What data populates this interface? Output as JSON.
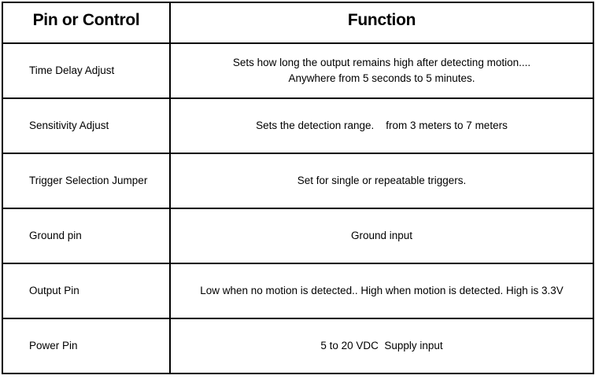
{
  "table": {
    "title_semantic": "Pin or Control / Function table",
    "columns": [
      {
        "label": "Pin or Control"
      },
      {
        "label": "Function"
      }
    ],
    "rows": [
      {
        "pin": "Time Delay Adjust",
        "function": "Sets how long the output remains high after detecting motion....\nAnywhere from 5 seconds to 5 minutes."
      },
      {
        "pin": "Sensitivity Adjust",
        "function": "Sets the detection range.    from 3 meters to 7 meters"
      },
      {
        "pin": "Trigger Selection Jumper",
        "function": "Set for single or repeatable triggers."
      },
      {
        "pin": "Ground pin",
        "function": "Ground input"
      },
      {
        "pin": "Output Pin",
        "function": "Low when no motion is detected.. High when motion is detected. High is 3.3V"
      },
      {
        "pin": "Power Pin",
        "function": "5 to 20 VDC  Supply input"
      }
    ],
    "colors": {
      "border": "#000000",
      "background": "#ffffff",
      "text": "#000000"
    }
  }
}
